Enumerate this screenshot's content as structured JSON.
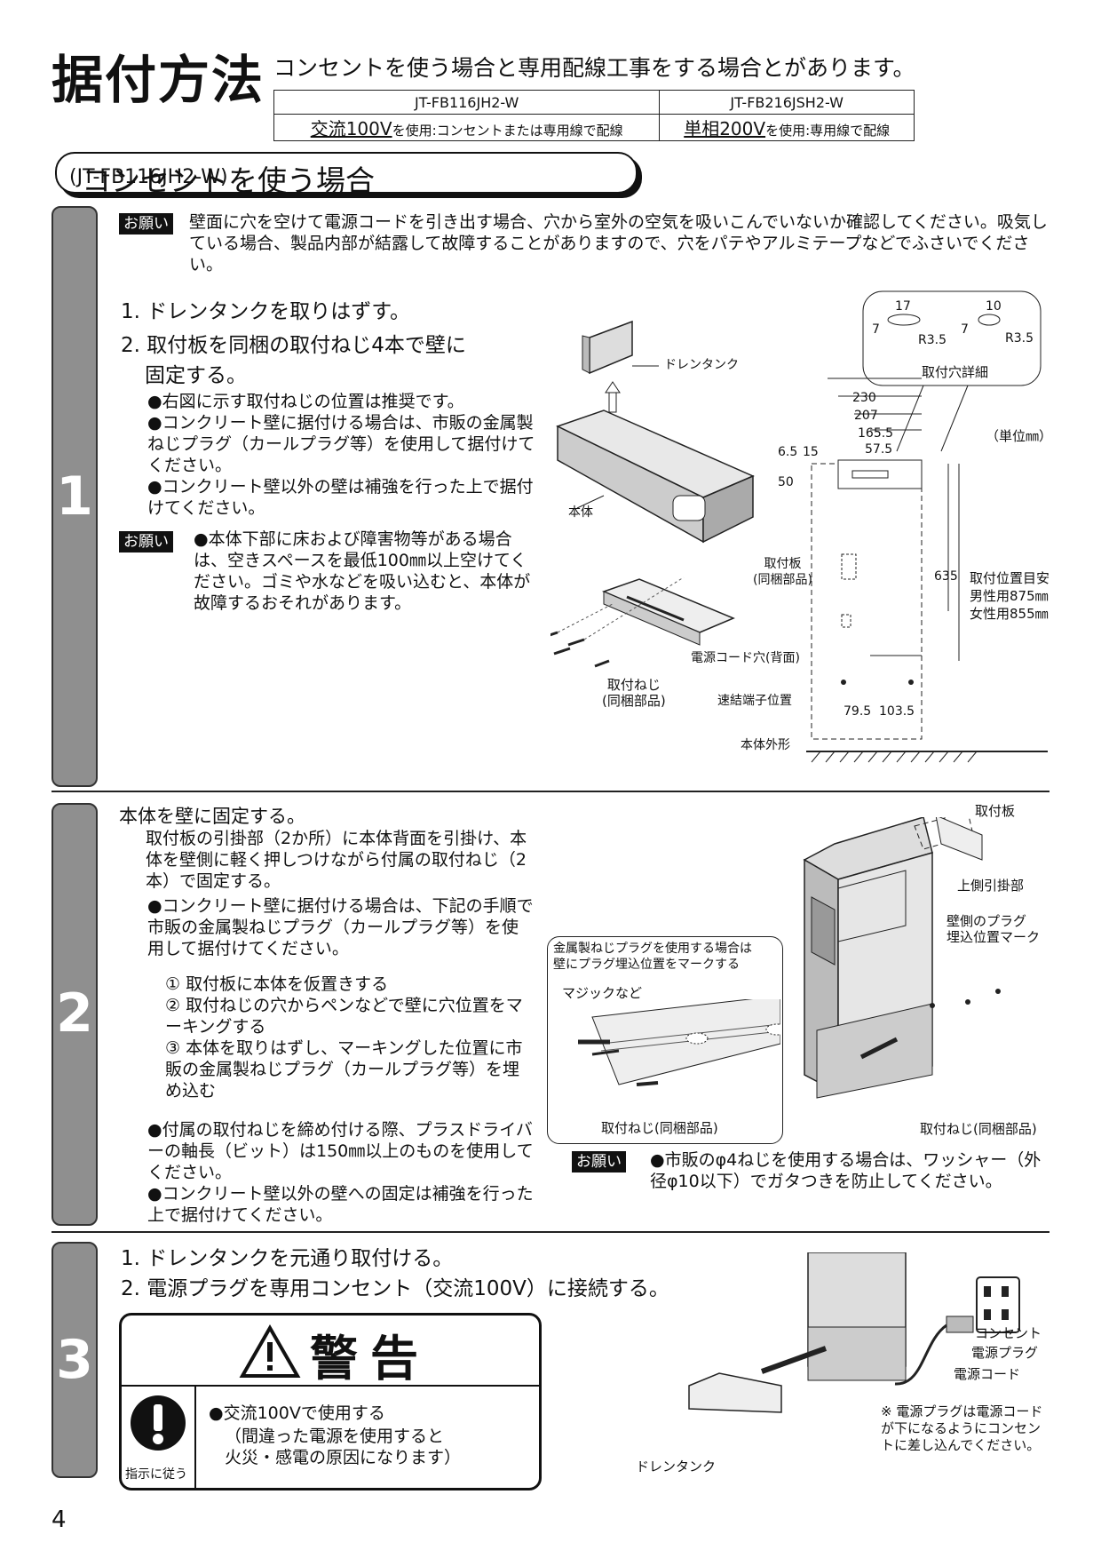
{
  "header": {
    "title": "据付方法",
    "subtitle": "コンセントを使う場合と専用配線工事をする場合とがあります。",
    "models": [
      {
        "name": "JT-FB116JH2-W",
        "voltage": "交流100V",
        "usage": "を使用:コンセントまたは専用線で配線"
      },
      {
        "name": "JT-FB216JSH2-W",
        "voltage": "単相200V",
        "usage": "を使用:専用線で配線"
      }
    ]
  },
  "section": {
    "title": "コンセントを使う場合",
    "model": "(JT-FB116JH2-W)"
  },
  "step1": {
    "number": "1",
    "notice_badge": "お願い",
    "notice_text": "壁面に穴を空けて電源コードを引き出す場合、穴から室外の空気を吸いこんでいないか確認してください。吸気している場合、製品内部が結露して故障することがありますので、穴をパテやアルミテープなどでふさいでください。",
    "instr1": "1. ドレンタンクを取りはずす。",
    "instr2a": "2. 取付板を同梱の取付ねじ4本で壁に",
    "instr2b": "固定する。",
    "bullets": [
      "●右図に示す取付ねじの位置は推奨です。",
      "●コンクリート壁に据付ける場合は、市販の金属製ねじプラグ（カールプラグ等）を使用して据付けてください。",
      "●コンクリート壁以外の壁は補強を行った上で据付けてください。"
    ],
    "notice2_badge": "お願い",
    "notice2_text": "●本体下部に床および障害物等がある場合は、空きスペースを最低100㎜以上空けてください。ゴミや水などを吸い込むと、本体が故障するおそれがあります。",
    "labels": {
      "drain_tank": "ドレンタンク",
      "body": "本体",
      "plate": "取付板\n(同梱部品)",
      "screws": "取付ねじ\n(同梱部品)",
      "hole_detail": "取付穴詳細",
      "unit": "（単位㎜）",
      "cord_hole": "電源コード穴(背面)",
      "terminal": "速結端子位置",
      "outline": "本体外形",
      "height_guide": "取付位置目安",
      "male": "男性用875㎜",
      "female": "女性用855㎜"
    },
    "dims": {
      "d230": "230",
      "d207": "207",
      "d165": "165.5",
      "d57": "57.5",
      "d65": "6.5",
      "d15": "15",
      "d50": "50",
      "d635": "635",
      "d79": "79.5",
      "d103": "103.5",
      "d17": "17",
      "d10": "10",
      "d7a": "7",
      "d7b": "7",
      "r35a": "R3.5",
      "r35b": "R3.5"
    }
  },
  "step2": {
    "number": "2",
    "heading": "本体を壁に固定する。",
    "desc": "取付板の引掛部（2か所）に本体背面を引掛け、本体を壁側に軽く押しつけながら付属の取付ねじ（2本）で固定する。",
    "bullet1": "●コンクリート壁に据付ける場合は、下記の手順で市販の金属製ねじプラグ（カールプラグ等）を使用して据付けてください。",
    "sub": [
      "① 取付板に本体を仮置きする",
      "② 取付ねじの穴からペンなどで壁に穴位置をマーキングする",
      "③ 本体を取りはずし、マーキングした位置に市販の金属製ねじプラグ（カールプラグ等）を埋め込む"
    ],
    "bullet2": "●付属の取付ねじを締め付ける際、プラスドライバーの軸長（ビット）は150㎜以上のものを使用してください。",
    "bullet3": "●コンクリート壁以外の壁への固定は補強を行った上で据付けてください。",
    "inset_title": "金属製ねじプラグを使用する場合は\n壁にプラグ埋込位置をマークする",
    "inset_magic": "マジックなど",
    "inset_screw": "取付ねじ(同梱部品)",
    "label_plate": "取付板",
    "label_hook": "上側引掛部",
    "label_mark": "壁側のプラグ\n埋込位置マーク",
    "label_screw": "取付ねじ(同梱部品)",
    "notice_badge": "お願い",
    "notice_text": "●市販のφ4ねじを使用する場合は、ワッシャー（外径φ10以下）でガタつきを防止してください。"
  },
  "step3": {
    "number": "3",
    "instr1": "1. ドレンタンクを元通り取付ける。",
    "instr2": "2. 電源プラグを専用コンセント（交流100V）に接続する。",
    "warning_title": "警告",
    "warning_icon_label": "指示に従う",
    "warning_main": "●交流100Vで使用する",
    "warning_sub": "（間違った電源を使用すると\n火災・感電の原因になります）",
    "labels": {
      "outlet": "コンセント",
      "plug": "電源プラグ",
      "cord": "電源コード",
      "tank": "ドレンタンク",
      "note": "※ 電源プラグは電源コードが下になるようにコンセントに差し込んでください。"
    }
  },
  "page_number": "4"
}
